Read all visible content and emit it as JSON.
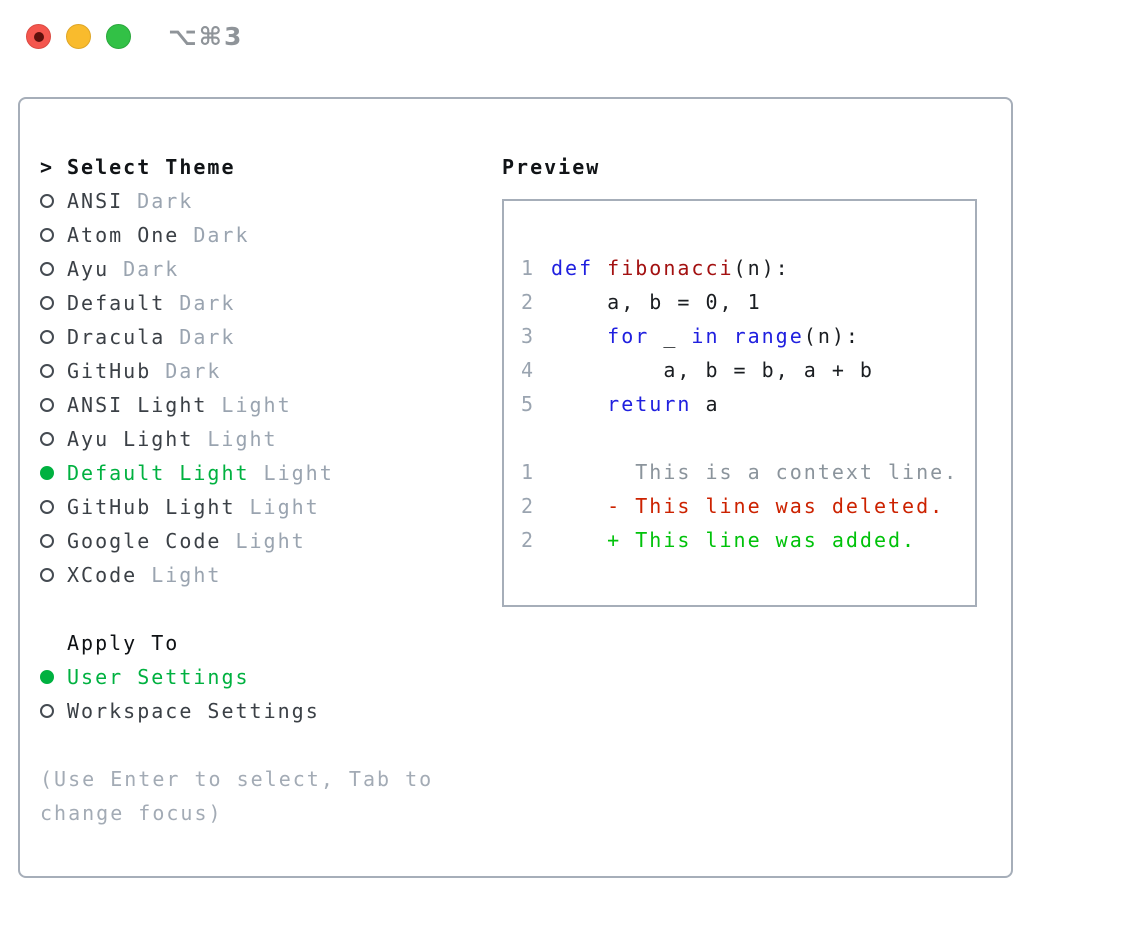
{
  "titlebar": {
    "title": "⌥⌘3"
  },
  "theme_picker": {
    "marker": ">",
    "header": "Select Theme",
    "items": [
      {
        "name": "ANSI",
        "tag": "Dark",
        "selected": false
      },
      {
        "name": "Atom One",
        "tag": "Dark",
        "selected": false
      },
      {
        "name": "Ayu",
        "tag": "Dark",
        "selected": false
      },
      {
        "name": "Default",
        "tag": "Dark",
        "selected": false
      },
      {
        "name": "Dracula",
        "tag": "Dark",
        "selected": false
      },
      {
        "name": "GitHub",
        "tag": "Dark",
        "selected": false
      },
      {
        "name": "ANSI Light",
        "tag": "Light",
        "selected": false
      },
      {
        "name": "Ayu Light",
        "tag": "Light",
        "selected": false
      },
      {
        "name": "Default Light",
        "tag": "Light",
        "selected": true
      },
      {
        "name": "GitHub Light",
        "tag": "Light",
        "selected": false
      },
      {
        "name": "Google Code",
        "tag": "Light",
        "selected": false
      },
      {
        "name": "XCode",
        "tag": "Light",
        "selected": false
      }
    ]
  },
  "apply_to": {
    "header": "Apply To",
    "options": [
      {
        "label": "User Settings",
        "selected": true
      },
      {
        "label": "Workspace Settings",
        "selected": false
      }
    ]
  },
  "hint": "(Use Enter to select, Tab to change focus)",
  "preview": {
    "header": "Preview",
    "lines": [
      {
        "num": "1",
        "tokens": [
          {
            "text": "def",
            "style": "kw"
          },
          {
            "text": " ",
            "style": "plain"
          },
          {
            "text": "fibonacci",
            "style": "fn"
          },
          {
            "text": "(n):",
            "style": "plain"
          }
        ]
      },
      {
        "num": "2",
        "tokens": [
          {
            "text": "    a, b = 0, 1",
            "style": "plain"
          }
        ]
      },
      {
        "num": "3",
        "tokens": [
          {
            "text": "    ",
            "style": "plain"
          },
          {
            "text": "for",
            "style": "kw"
          },
          {
            "text": " _ ",
            "style": "plain"
          },
          {
            "text": "in",
            "style": "kw"
          },
          {
            "text": " ",
            "style": "plain"
          },
          {
            "text": "range",
            "style": "kw"
          },
          {
            "text": "(n):",
            "style": "plain"
          }
        ]
      },
      {
        "num": "4",
        "tokens": [
          {
            "text": "        a, b = b, a + b",
            "style": "plain"
          }
        ]
      },
      {
        "num": "5",
        "tokens": [
          {
            "text": "    ",
            "style": "plain"
          },
          {
            "text": "return",
            "style": "kw"
          },
          {
            "text": " a",
            "style": "plain"
          }
        ]
      },
      {
        "num": "",
        "tokens": []
      },
      {
        "num": "1",
        "tokens": [
          {
            "text": "      This is a context line.",
            "style": "ctx"
          }
        ]
      },
      {
        "num": "2",
        "tokens": [
          {
            "text": "    - This line was deleted.",
            "style": "del"
          }
        ]
      },
      {
        "num": "2",
        "tokens": [
          {
            "text": "    + This line was added.",
            "style": "add"
          }
        ]
      }
    ]
  },
  "colors": {
    "selection_green": "#00b140",
    "added_green": "#00c20a",
    "deleted_red": "#cc2200",
    "keyword_blue": "#2020df",
    "function_red": "#a31111",
    "muted_gray": "#9aa4b0",
    "border_gray": "#a6aeb9"
  }
}
